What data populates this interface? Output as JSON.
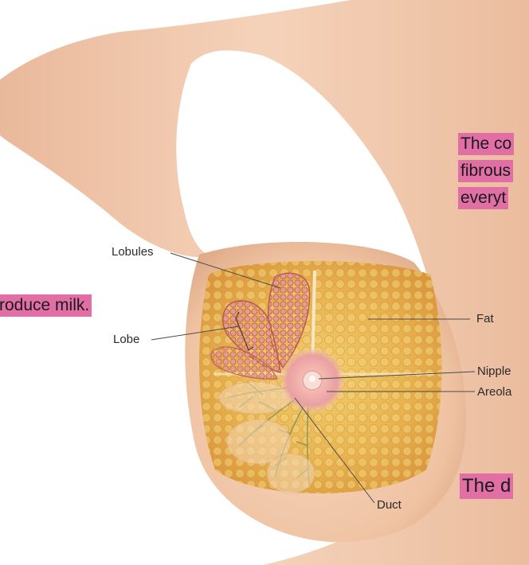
{
  "labels": {
    "lobules": "Lobules",
    "lobe": "Lobe",
    "fat": "Fat",
    "nipple": "Nipple",
    "areola": "Areola",
    "duct": "Duct"
  },
  "highlights": {
    "right_line1": "The co",
    "right_line2": "fibrous",
    "right_line3": "everyt",
    "left": "roduce milk.",
    "bottom": "The d"
  },
  "colors": {
    "highlight": "#e16fa6",
    "skin": "#f1c7a6",
    "fat": "#e7b24a",
    "lobe": "#d07570"
  }
}
